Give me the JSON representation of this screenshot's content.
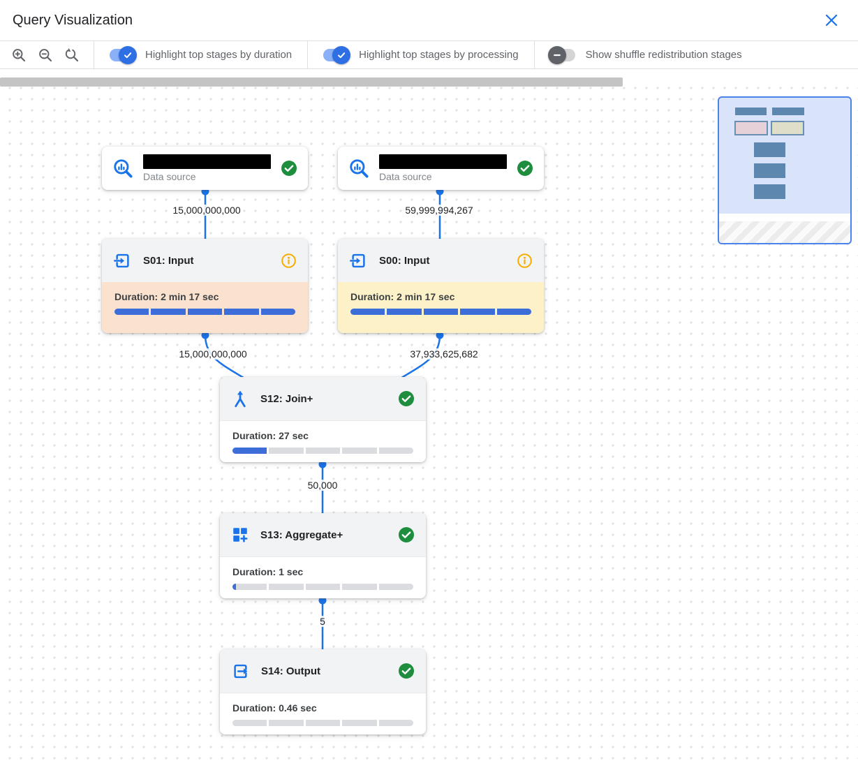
{
  "header": {
    "title": "Query Visualization"
  },
  "toolbar": {
    "zoom_controls": [
      {
        "icon": "zoom-in-icon"
      },
      {
        "icon": "zoom-out-icon"
      },
      {
        "icon": "zoom-reset-icon"
      }
    ],
    "toggles": [
      {
        "label": "Highlight top stages by duration",
        "state": "on"
      },
      {
        "label": "Highlight top stages by processing",
        "state": "on"
      },
      {
        "label": "Show shuffle redistribution stages",
        "state": "off"
      }
    ]
  },
  "graph": {
    "nodes": {
      "ds1": {
        "type": "data-source",
        "subtitle": "Data source",
        "name_redacted": true,
        "status": "success",
        "icon": "data-search-icon"
      },
      "ds2": {
        "type": "data-source",
        "subtitle": "Data source",
        "name_redacted": true,
        "status": "success",
        "icon": "data-search-icon"
      },
      "s01": {
        "title": "S01: Input",
        "icon": "input-icon",
        "status": "info",
        "duration": "Duration: 2 min 17 sec",
        "bar_fill_pct": 100,
        "bar_segments": 5,
        "highlight": "duration"
      },
      "s00": {
        "title": "S00: Input",
        "icon": "input-icon",
        "status": "info",
        "duration": "Duration: 2 min 17 sec",
        "bar_fill_pct": 100,
        "bar_segments": 5,
        "highlight": "processing"
      },
      "s12": {
        "title": "S12: Join+",
        "icon": "join-icon",
        "status": "success",
        "duration": "Duration: 27 sec",
        "bar_fill_pct": 20,
        "bar_segments": 5,
        "highlight": "none"
      },
      "s13": {
        "title": "S13: Aggregate+",
        "icon": "aggregate-icon",
        "status": "success",
        "duration": "Duration: 1 sec",
        "bar_fill_pct": 2,
        "bar_segments": 5,
        "highlight": "none"
      },
      "s14": {
        "title": "S14: Output",
        "icon": "output-icon",
        "status": "success",
        "duration": "Duration: 0.46 sec",
        "bar_fill_pct": 0,
        "bar_segments": 5,
        "highlight": "none"
      }
    },
    "edges": {
      "ds1_s01": {
        "label": "15,000,000,000"
      },
      "ds2_s00": {
        "label": "59,999,994,267"
      },
      "s01_s12": {
        "label": "15,000,000,000"
      },
      "s00_s12": {
        "label": "37,933,625,682"
      },
      "s12_s13": {
        "label": "50,000"
      },
      "s13_s14": {
        "label": "5"
      }
    }
  },
  "colors": {
    "accent_blue": "#1a73e8",
    "edge_blue": "#1a73e8",
    "bar_fill_blue": "#3d6dd8",
    "bar_track_gray": "#dadce0",
    "duration_highlight": "#fbe2cf",
    "processing_highlight": "#fcf1c7",
    "success_green": "#1e8e3e",
    "info_orange": "#f9ab00",
    "toggle_on_track": "#8ab0f7",
    "toggle_on_knob": "#2e6fe3",
    "toggle_off_knob": "#5f6368",
    "minimap_bg": "#d9e4fb",
    "minimap_border": "#4b83ea",
    "minimap_node": "#5d87ae"
  }
}
